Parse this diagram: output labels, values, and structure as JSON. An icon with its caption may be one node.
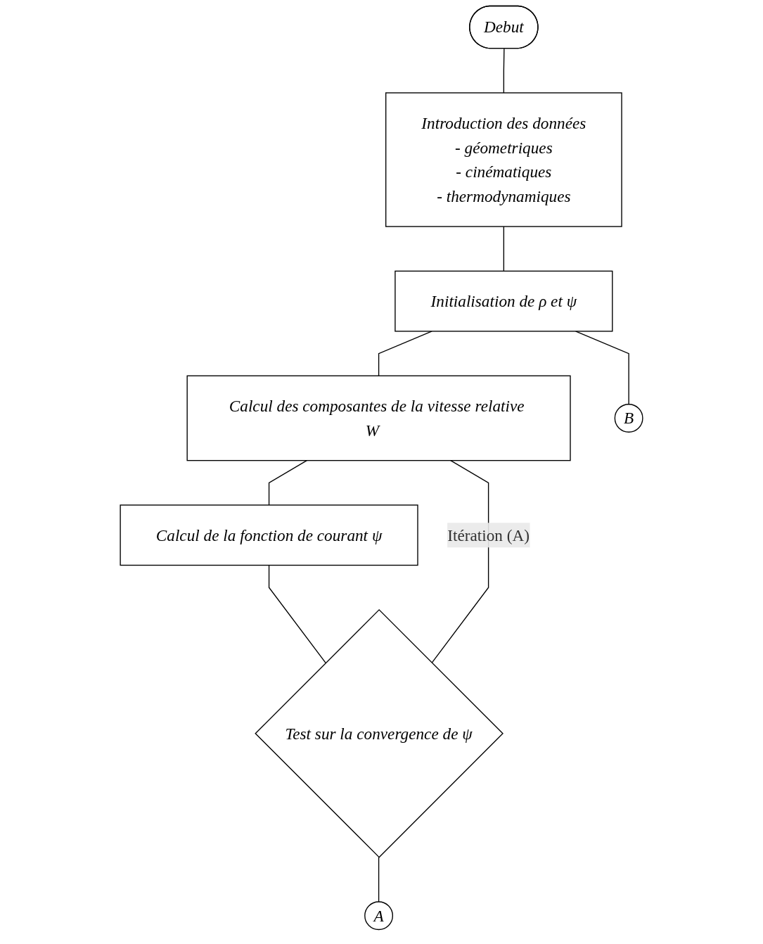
{
  "diagram": {
    "nodes": [
      {
        "text": [
          "Debut"
        ]
      },
      {
        "text": [
          "Introduction des données",
          "- géometriques",
          "- cinématiques",
          "- thermodynamiques"
        ]
      },
      {
        "text": [
          "Initialisation de ρ et ψ"
        ]
      },
      {
        "text": [
          "Calcul des composantes de la vitesse relative W⃗"
        ]
      },
      {
        "text": [
          "Calcul de la fonction de courant ψ"
        ]
      },
      {
        "text": [
          "Test sur la convergence de ψ"
        ]
      },
      {
        "text": [
          "A"
        ]
      },
      {
        "text": [
          "B"
        ]
      }
    ],
    "edges": [
      {
        "from": 0,
        "to": 1,
        "arrow": "none"
      },
      {
        "from": 1,
        "to": 2,
        "arrow": "none"
      },
      {
        "from": 2,
        "to": 3,
        "arrow": "none"
      },
      {
        "from": 3,
        "to": 4,
        "arrow": "none"
      },
      {
        "from": 4,
        "to": 5,
        "arrow": "none"
      },
      {
        "from": 5,
        "to": 6,
        "arrow": "none"
      },
      {
        "from": 2,
        "to": 7,
        "arrow": "none"
      },
      {
        "from": 5,
        "to": 3,
        "arrow": "none",
        "label": "Itération (A)"
      }
    ]
  }
}
